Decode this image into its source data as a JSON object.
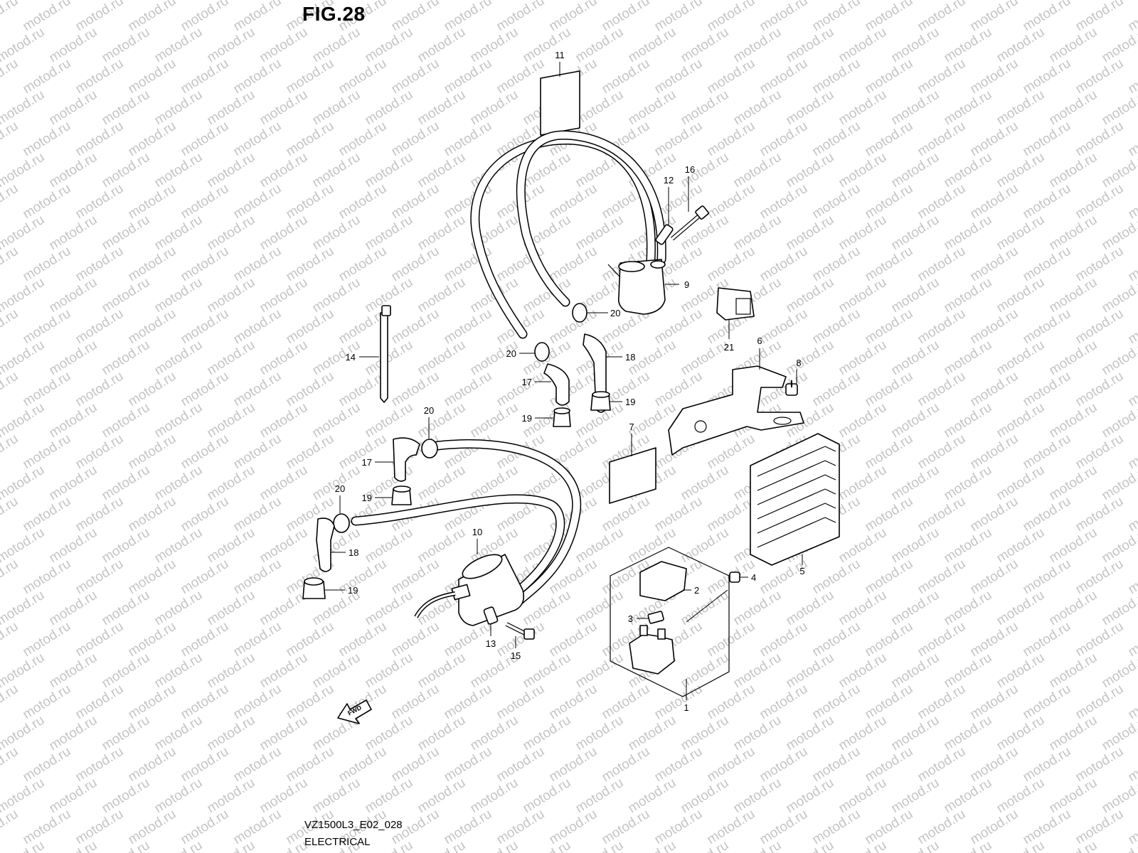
{
  "figure": {
    "title": "FIG.28"
  },
  "footer": {
    "code": "VZ1500L3_E02_028",
    "name": "ELECTRICAL"
  },
  "watermark": {
    "text": "motod.ru",
    "color": "#c4c4c4"
  },
  "fwd_arrow": {
    "label": "FWD"
  },
  "callouts": [
    {
      "id": "c11",
      "label": "11"
    },
    {
      "id": "c12",
      "label": "12"
    },
    {
      "id": "c16",
      "label": "16"
    },
    {
      "id": "c9",
      "label": "9"
    },
    {
      "id": "c20a",
      "label": "20"
    },
    {
      "id": "c21",
      "label": "21"
    },
    {
      "id": "c6",
      "label": "6"
    },
    {
      "id": "c8",
      "label": "8"
    },
    {
      "id": "c14",
      "label": "14"
    },
    {
      "id": "c20b",
      "label": "20"
    },
    {
      "id": "c18a",
      "label": "18"
    },
    {
      "id": "c17a",
      "label": "17"
    },
    {
      "id": "c19a",
      "label": "19"
    },
    {
      "id": "c19b",
      "label": "19"
    },
    {
      "id": "c20c",
      "label": "20"
    },
    {
      "id": "c7",
      "label": "7"
    },
    {
      "id": "c17b",
      "label": "17"
    },
    {
      "id": "c20d",
      "label": "20"
    },
    {
      "id": "c19c",
      "label": "19"
    },
    {
      "id": "c10",
      "label": "10"
    },
    {
      "id": "c18b",
      "label": "18"
    },
    {
      "id": "c5",
      "label": "5"
    },
    {
      "id": "c4",
      "label": "4"
    },
    {
      "id": "c2",
      "label": "2"
    },
    {
      "id": "c19d",
      "label": "19"
    },
    {
      "id": "c3",
      "label": "3"
    },
    {
      "id": "c13",
      "label": "13"
    },
    {
      "id": "c15",
      "label": "15"
    },
    {
      "id": "c1",
      "label": "1"
    }
  ]
}
